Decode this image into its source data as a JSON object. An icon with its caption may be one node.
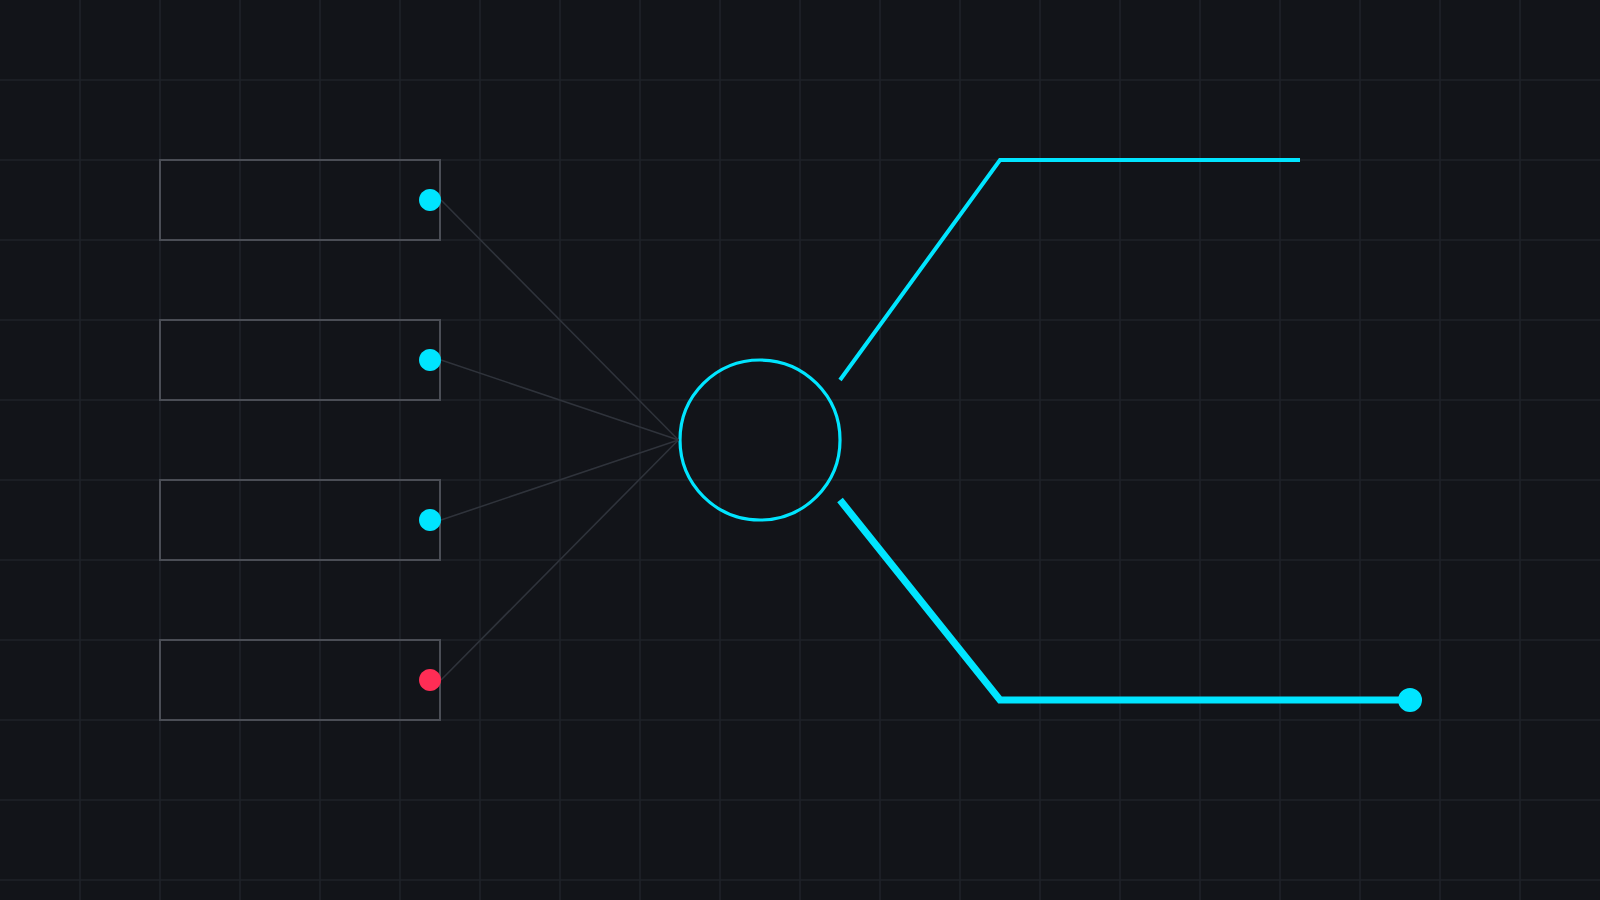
{
  "diagram": {
    "nodes": [
      {
        "text": [],
        "shape": "box"
      },
      {
        "text": [],
        "shape": "box"
      },
      {
        "text": [],
        "shape": "box"
      },
      {
        "text": [],
        "shape": "box"
      },
      {
        "text": [],
        "shape": "circle"
      }
    ],
    "edges": [
      {
        "from": 0,
        "to": 4,
        "arrow": "none"
      },
      {
        "from": 1,
        "to": 4,
        "arrow": "none"
      },
      {
        "from": 2,
        "to": 4,
        "arrow": "none"
      },
      {
        "from": 3,
        "to": 4,
        "arrow": "none"
      },
      {
        "from": 4,
        "to": null,
        "arrow": "none",
        "color": "#00e5ff"
      },
      {
        "from": 4,
        "to": null,
        "arrow": "other",
        "style": "thick",
        "color": "#00e5ff"
      }
    ]
  }
}
